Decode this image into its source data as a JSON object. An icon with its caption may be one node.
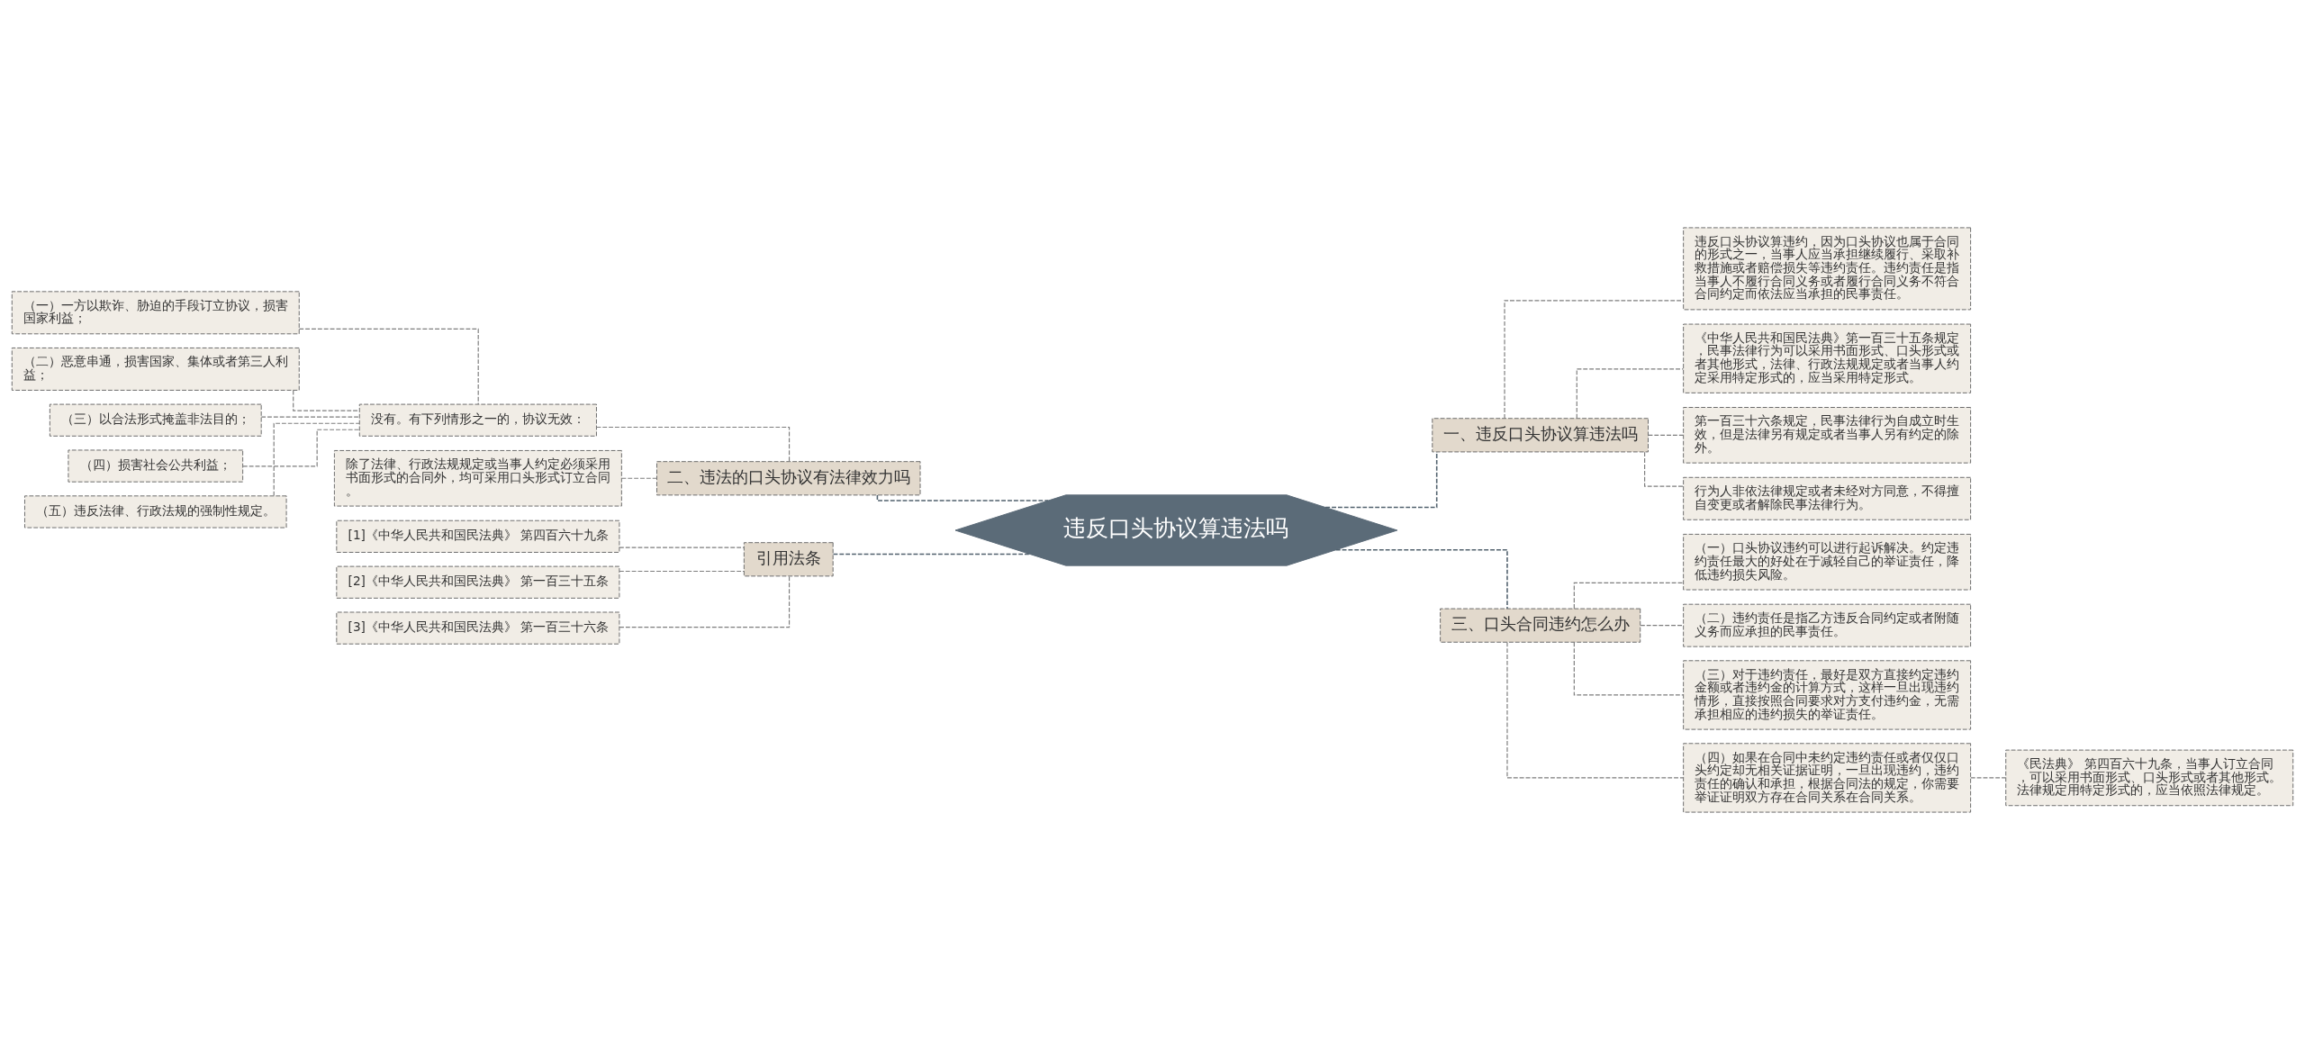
{
  "diagram": {
    "nodes": [
      {
        "text": [
          "违反口头协议算违法吗"
        ]
      },
      {
        "text": [
          "一、违反口头协议算违法吗"
        ]
      },
      {
        "text": [
          "违反口头协议算违约，因为口头协议也属于合同的形式之一，当事人应当承担继续履行、采取补救措施或者赔偿损失等违约责任。违约责任是指当事人不履行合同义务或者履行合同义务不符合合同约定而依法应当承担的民事责任。"
        ]
      },
      {
        "text": [
          "《中华人民共和国民法典》第一百三十五条规定，民事法律行为可以采用书面形式、口头形式或者其他形式，法律、行政法规规定或者当事人约定采用特定形式的，应当采用特定形式。"
        ]
      },
      {
        "text": [
          "第一百三十六条规定，民事法律行为自成立时生效，但是法律另有规定或者当事人另有约定的除外。"
        ]
      },
      {
        "text": [
          "行为人非依法律规定或者未经对方同意，不得擅自变更或者解除民事法律行为。"
        ]
      },
      {
        "text": [
          "二、违法的口头协议有法律效力吗"
        ]
      },
      {
        "text": [
          "没有。有下列情形之一的，协议无效："
        ]
      },
      {
        "text": [
          "（一）一方以欺诈、胁迫的手段订立协议，损害国家利益；"
        ]
      },
      {
        "text": [
          "（二）恶意串通，损害国家、集体或者第三人利益；"
        ]
      },
      {
        "text": [
          "（三）以合法形式掩盖非法目的；"
        ]
      },
      {
        "text": [
          "（四）损害社会公共利益；"
        ]
      },
      {
        "text": [
          "（五）违反法律、行政法规的强制性规定。"
        ]
      },
      {
        "text": [
          "除了法律、行政法规规定或当事人约定必须采用书面形式的合同外，均可采用口头形式订立合同。"
        ]
      },
      {
        "text": [
          "三、口头合同违约怎么办"
        ]
      },
      {
        "text": [
          "（一）口头协议违约可以进行起诉解决。约定违约责任最大的好处在于减轻自己的举证责任，降低违约损失风险。"
        ]
      },
      {
        "text": [
          "（二）违约责任是指乙方违反合同约定或者附随义务而应承担的民事责任。"
        ]
      },
      {
        "text": [
          "（三）对于违约责任，最好是双方直接约定违约金额或者违约金的计算方式，这样一旦出现违约情形，直接按照合同要求对方支付违约金，无需承担相应的违约损失的举证责任。"
        ]
      },
      {
        "text": [
          "（四）如果在合同中未约定违约责任或者仅仅口头约定却无相关证据证明，一旦出现违约，违约责任的确认和承担，根据合同法的规定，你需要举证证明双方存在合同关系在合同关系。"
        ]
      },
      {
        "text": [
          "《民法典》 第四百六十九条，当事人订立合同，可以采用书面形式、口头形式或者其他形式。法律规定用特定形式的，应当依照法律规定。"
        ]
      },
      {
        "text": [
          "引用法条"
        ]
      },
      {
        "text": [
          "[1]《中华人民共和国民法典》 第四百六十九条"
        ]
      },
      {
        "text": [
          "[2]《中华人民共和国民法典》 第一百三十五条"
        ]
      },
      {
        "text": [
          "[3]《中华人民共和国民法典》 第一百三十六条"
        ]
      }
    ],
    "edges": [
      {
        "from": 0,
        "to": 1,
        "arrow": "none",
        "style": "dashed",
        "color": "#52626e"
      },
      {
        "from": 1,
        "to": 2,
        "arrow": "none",
        "style": "dashed"
      },
      {
        "from": 1,
        "to": 3,
        "arrow": "none",
        "style": "dashed"
      },
      {
        "from": 1,
        "to": 4,
        "arrow": "none",
        "style": "dashed"
      },
      {
        "from": 1,
        "to": 5,
        "arrow": "none",
        "style": "dashed"
      },
      {
        "from": 0,
        "to": 6,
        "arrow": "none",
        "style": "dashed",
        "color": "#52626e"
      },
      {
        "from": 6,
        "to": 7,
        "arrow": "none",
        "style": "dashed"
      },
      {
        "from": 7,
        "to": 8,
        "arrow": "none",
        "style": "dashed"
      },
      {
        "from": 7,
        "to": 9,
        "arrow": "none",
        "style": "dashed"
      },
      {
        "from": 7,
        "to": 10,
        "arrow": "none",
        "style": "dashed"
      },
      {
        "from": 7,
        "to": 11,
        "arrow": "none",
        "style": "dashed"
      },
      {
        "from": 7,
        "to": 12,
        "arrow": "none",
        "style": "dashed"
      },
      {
        "from": 6,
        "to": 13,
        "arrow": "none",
        "style": "dashed"
      },
      {
        "from": 0,
        "to": 14,
        "arrow": "none",
        "style": "dashed",
        "color": "#52626e"
      },
      {
        "from": 14,
        "to": 15,
        "arrow": "none",
        "style": "dashed"
      },
      {
        "from": 14,
        "to": 16,
        "arrow": "none",
        "style": "dashed"
      },
      {
        "from": 14,
        "to": 17,
        "arrow": "none",
        "style": "dashed"
      },
      {
        "from": 14,
        "to": 18,
        "arrow": "none",
        "style": "dashed"
      },
      {
        "from": 18,
        "to": 19,
        "arrow": "none",
        "style": "dashed"
      },
      {
        "from": 0,
        "to": 20,
        "arrow": "none",
        "style": "dashed",
        "color": "#52626e"
      },
      {
        "from": 20,
        "to": 21,
        "arrow": "none",
        "style": "dashed"
      },
      {
        "from": 20,
        "to": 22,
        "arrow": "none",
        "style": "dashed"
      },
      {
        "from": 20,
        "to": 23,
        "arrow": "none",
        "style": "dashed"
      }
    ]
  }
}
